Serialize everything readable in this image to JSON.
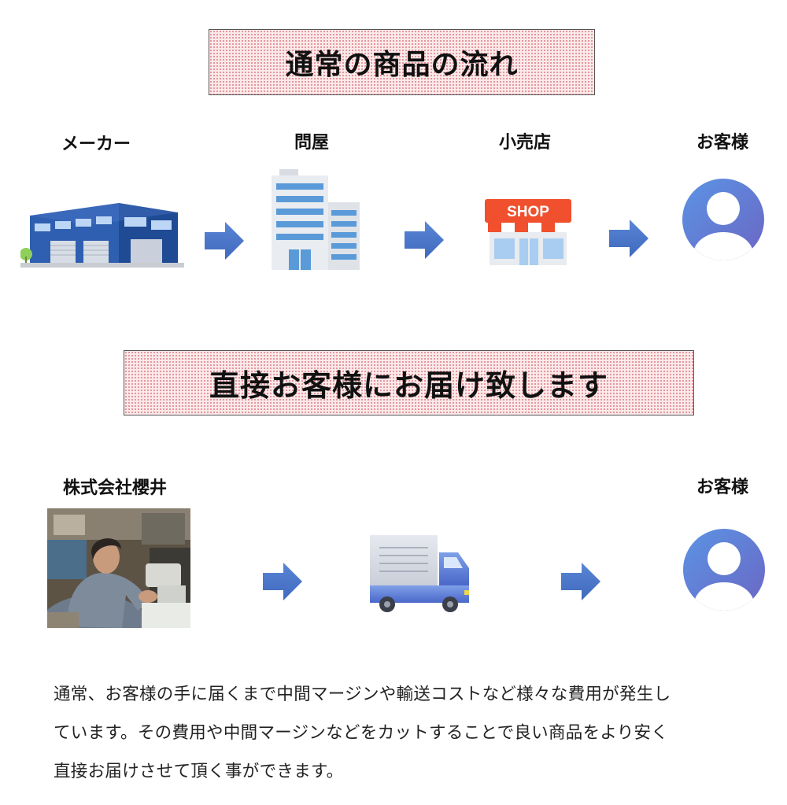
{
  "banner_normal_flow": "通常の商品の流れ",
  "flow_normal": {
    "maker": "メーカー",
    "wholesaler": "問屋",
    "retailer": "小売店",
    "shop_sign": "SHOP",
    "customer": "お客様"
  },
  "banner_direct": "直接お客様にお届け致します",
  "flow_direct": {
    "company": "株式会社櫻井",
    "customer": "お客様"
  },
  "description": [
    "通常、お客様の手に届くまで中間マージンや輸送コストなど様々な費用が発生し",
    "ています。その費用や中間マージンなどをカットすることで良い商品をより安く",
    "直接お届けさせて頂く事ができます。"
  ],
  "icons": {
    "maker": "factory-icon",
    "wholesaler": "office-building-icon",
    "retailer": "shop-icon",
    "customer": "user-avatar-icon",
    "transport": "delivery-truck-icon",
    "arrow": "arrow-right-icon"
  },
  "colors": {
    "arrow": "#4472c4",
    "banner_dot": "#cd3c46",
    "avatar_top": "#5b8ee0",
    "avatar_bottom": "#6f6cc9"
  }
}
